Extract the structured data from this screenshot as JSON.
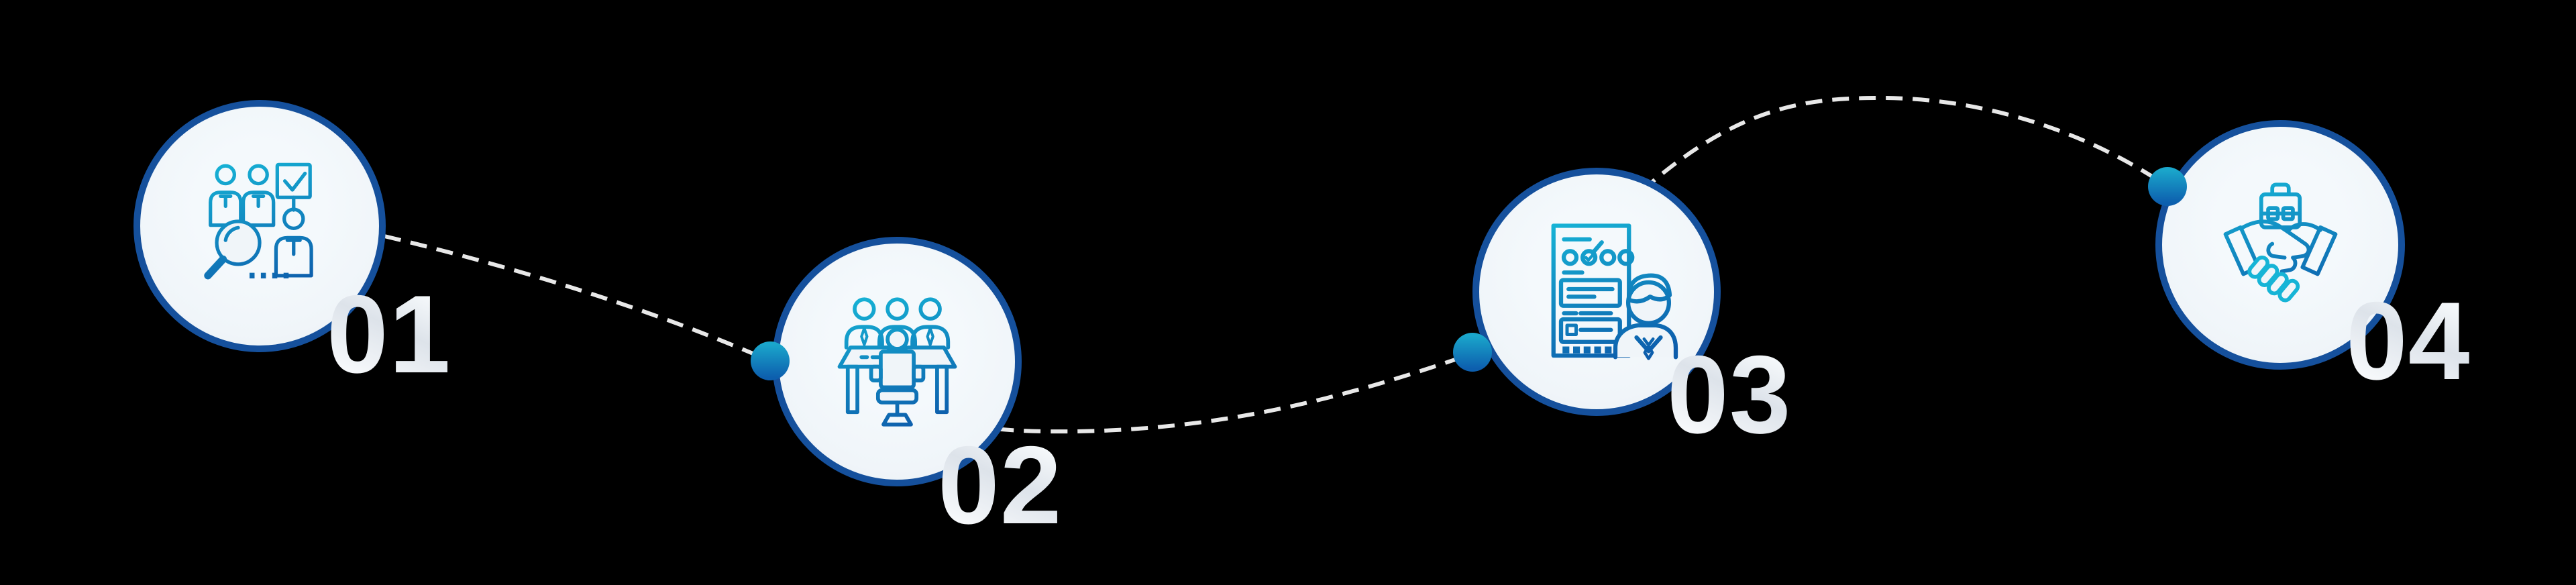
{
  "title": "recruitment-process-timeline",
  "steps": [
    {
      "number": "01",
      "icon": "candidate-screening-icon"
    },
    {
      "number": "02",
      "icon": "panel-interview-icon"
    },
    {
      "number": "03",
      "icon": "evaluation-report-icon"
    },
    {
      "number": "04",
      "icon": "hiring-handshake-icon"
    }
  ],
  "colors": {
    "background": "#000000",
    "circle_ring": "#15509c",
    "circle_fill": "#f0f5f9",
    "dash_line": "#e8e8e8",
    "dot_top": "#1aa6cb",
    "dot_bottom": "#0d5fae",
    "icon_grad_top": "#16b4d6",
    "icon_grad_bottom": "#0d5cab",
    "number_light": "#f6f9fb",
    "number_dark": "#dde3ea"
  }
}
